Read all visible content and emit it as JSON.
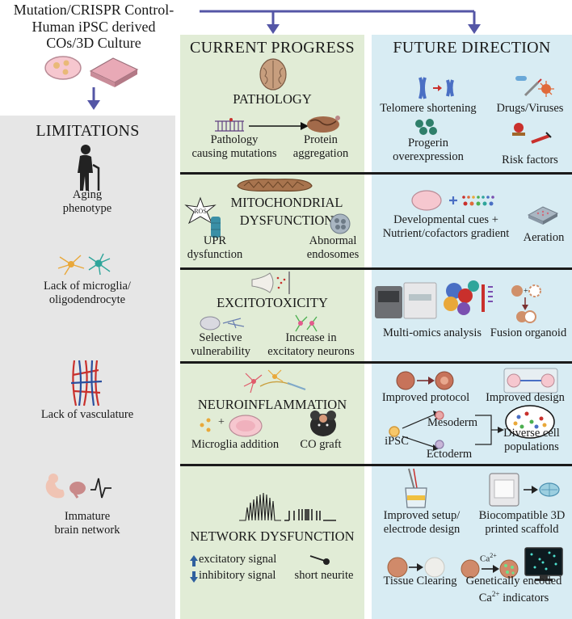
{
  "source": {
    "line1": "Mutation/CRISPR Control-",
    "line2": "Human iPSC derived",
    "line3": "COs/3D Culture"
  },
  "columns": {
    "limitations": "LIMITATIONS",
    "current": "CURRENT PROGRESS",
    "future": "FUTURE DIRECTION"
  },
  "limitations": {
    "aging": [
      "Aging",
      "phenotype"
    ],
    "microglia": [
      "Lack of microglia/",
      "oligodendrocyte"
    ],
    "vasculature": "Lack of vasculature",
    "immature": [
      "Immature",
      "brain network"
    ]
  },
  "current": {
    "pathology": {
      "title": "PATHOLOGY",
      "left": [
        "Pathology",
        "causing mutations"
      ],
      "right": [
        "Protein",
        "aggregation"
      ]
    },
    "mito": {
      "title1": "MITOCHONDRIAL",
      "title2": "DYSFUNCTION",
      "ros": "ROS",
      "left": [
        "UPR",
        "dysfunction"
      ],
      "right": [
        "Abnormal",
        "endosomes"
      ]
    },
    "excito": {
      "title": "EXCITOTOXICITY",
      "left": [
        "Selective",
        "vulnerability"
      ],
      "right": [
        "Increase in",
        "excitatory neurons"
      ]
    },
    "neuro": {
      "title": "NEUROINFLAMMATION",
      "left": "Microglia addition",
      "right": "CO graft"
    },
    "network": {
      "title": "NETWORK DYSFUNCTION",
      "exc": "excitatory signal",
      "inh": "inhibitory signal",
      "neurite": "short neurite"
    }
  },
  "future": {
    "row1": {
      "telomere": "Telomere shortening",
      "drugs": "Drugs/Viruses",
      "progerin": [
        "Progerin",
        "overexpression"
      ],
      "risk": "Risk factors"
    },
    "row2": {
      "cues": [
        "Developmental cues +",
        "Nutrient/cofactors gradient"
      ],
      "aeration": "Aeration"
    },
    "row3": {
      "omics": "Multi-omics analysis",
      "fusion": "Fusion organoid"
    },
    "row4": {
      "protocol": "Improved protocol",
      "design": "Improved design",
      "ipsc": "iPSC",
      "mesoderm": "Mesoderm",
      "ectoderm": "Ectoderm",
      "diverse": [
        "Diverse cell",
        "populations"
      ]
    },
    "row5": {
      "setup": [
        "Improved setup/",
        "electrode design"
      ],
      "scaffold": [
        "Biocompatible 3D",
        "printed scaffold"
      ],
      "clearing": "Tissue Clearing",
      "geca1": "Genetically encoded",
      "geca2_pre": "Ca",
      "geca2_sup": "2+",
      "geca2_post": " indicators",
      "ca_label": "Ca",
      "ca_sup": "2+"
    }
  },
  "colors": {
    "arrow": "#5456a6",
    "lim_bg": "#e6e6e6",
    "cur_bg": "#e1ecd6",
    "fut_bg": "#d8ecf3",
    "arrow_blue": "#2f5f9e"
  }
}
